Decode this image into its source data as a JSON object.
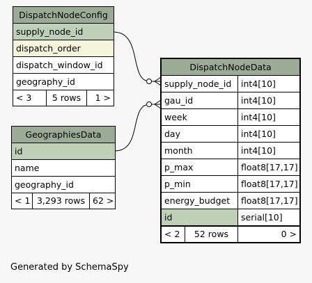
{
  "tables": {
    "dispatch_config": {
      "title": "DispatchNodeConfig",
      "columns": [
        "supply_node_id",
        "dispatch_order",
        "dispatch_window_id",
        "geography_id"
      ],
      "footer": [
        "< 3",
        "5 rows",
        "1 >"
      ]
    },
    "geographies": {
      "title": "GeographiesData",
      "columns": [
        "id",
        "name",
        "geography_id"
      ],
      "footer": [
        "< 1",
        "3,293 rows",
        "62 >"
      ]
    },
    "dispatch_data": {
      "title": "DispatchNodeData",
      "columns": [
        {
          "name": "supply_node_id",
          "type": "int4[10]"
        },
        {
          "name": "gau_id",
          "type": "int4[10]"
        },
        {
          "name": "week",
          "type": "int4[10]"
        },
        {
          "name": "day",
          "type": "int4[10]"
        },
        {
          "name": "month",
          "type": "int4[10]"
        },
        {
          "name": "p_max",
          "type": "float8[17,17]"
        },
        {
          "name": "p_min",
          "type": "float8[17,17]"
        },
        {
          "name": "energy_budget",
          "type": "float8[17,17]"
        },
        {
          "name": "id",
          "type": "serial[10]"
        }
      ],
      "footer": [
        "< 2",
        "52 rows",
        "0 >"
      ]
    }
  },
  "generated_by": "Generated by SchemaSpy",
  "colors": {
    "header": "#9bab96",
    "primary_key": "#bed1b8",
    "indexed": "#f5f5dc",
    "background": "#f7f7f7"
  }
}
